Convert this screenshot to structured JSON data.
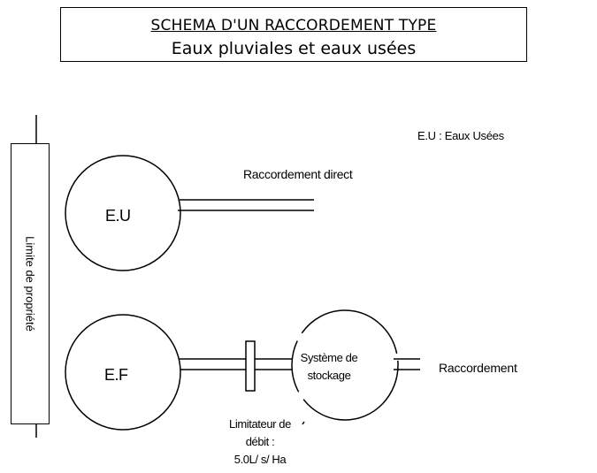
{
  "title": {
    "line1": "SCHEMA D'UN RACCORDEMENT TYPE",
    "line2": "Eaux pluviales et eaux usées"
  },
  "legend": {
    "eu": "E.U : Eaux Usées"
  },
  "property_limit": {
    "label": "Limite de propriété"
  },
  "nodes": {
    "eu": {
      "label": "E.U"
    },
    "ef": {
      "label": "E.F"
    },
    "storage": {
      "line1": "Système de",
      "line2": "stockage"
    }
  },
  "connections": {
    "direct": "Raccordement direct",
    "storage_out": "Raccordement"
  },
  "flow_limiter": {
    "line1": "Limitateur de",
    "line2": "débit :",
    "line3": "5.0L/ s/ Ha"
  }
}
